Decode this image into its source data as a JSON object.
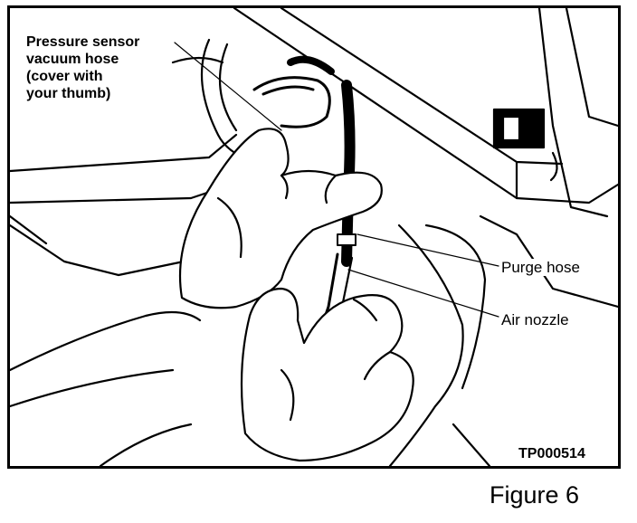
{
  "labels": {
    "pressure_sensor": [
      "Pressure sensor",
      "vacuum hose",
      "(cover with",
      "your thumb)"
    ],
    "purge_hose": "Purge hose",
    "air_nozzle": "Air nozzle"
  },
  "figure_code": "TP000514",
  "figure_caption": "Figure 6"
}
